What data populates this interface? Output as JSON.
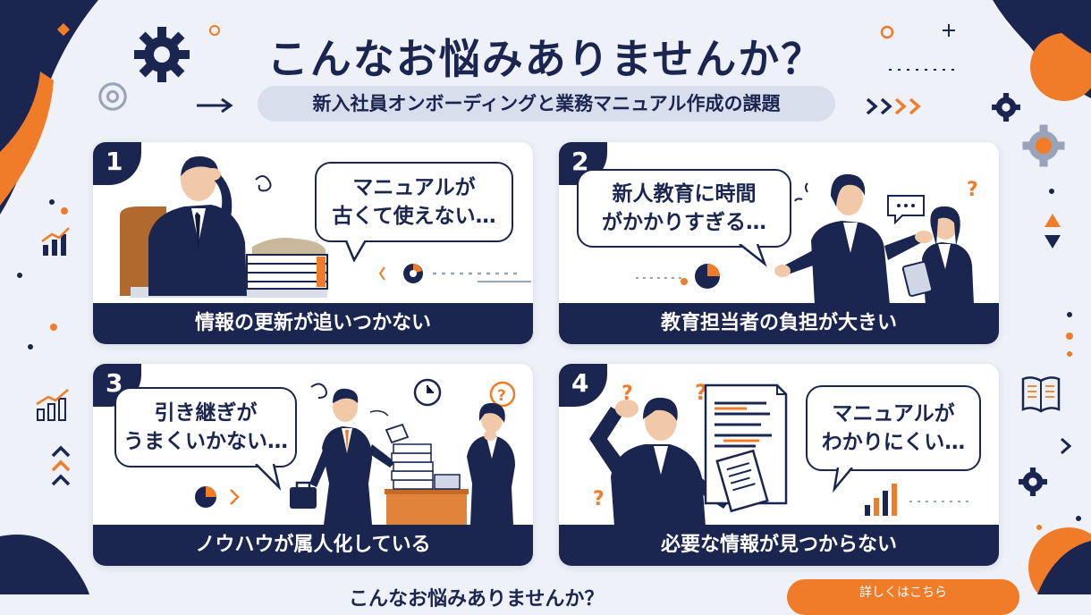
{
  "header": {
    "title": "こんなお悩みありませんか？",
    "subtitle": "新入社員オンボーディングと業務マニュアル作成の課題"
  },
  "cards": [
    {
      "number": "1",
      "bubble_line1": "マニュアルが",
      "bubble_line2": "古くて使えない…",
      "caption": "情報の更新が追いつかない"
    },
    {
      "number": "2",
      "bubble_line1": "新人教育に時間",
      "bubble_line2": "がかかりすぎる…",
      "caption": "教育担当者の負担が大きい"
    },
    {
      "number": "3",
      "bubble_line1": "引き継ぎが",
      "bubble_line2": "うまくいかない…",
      "caption": "ノウハウが属人化している"
    },
    {
      "number": "4",
      "bubble_line1": "マニュアルが",
      "bubble_line2": "わかりにくい…",
      "caption": "必要な情報が見つからない"
    }
  ],
  "footer": {
    "text": "こんなお悩みありませんか？",
    "button": "詳しくはこちら"
  },
  "colors": {
    "navy": "#1a2550",
    "orange": "#f07c2a",
    "background": "#eef1f7"
  },
  "icons": [
    "gear-icon",
    "arrow-right-icon",
    "bar-chart-icon",
    "open-book-icon",
    "chevron-right-icon",
    "question-mark-icon",
    "clock-icon",
    "speech-bubble-icon"
  ]
}
